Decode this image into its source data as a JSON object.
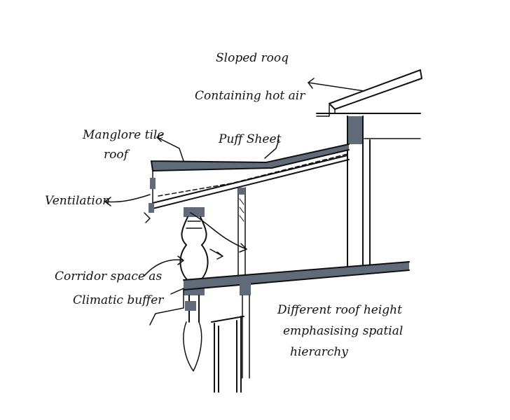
{
  "annotations": {
    "sloped_roof": "Sloped rooq",
    "containing_hot_air": "Containing hot air",
    "mangalore_tile_roof_1": "Manglore tile",
    "mangalore_tile_roof_2": "roof",
    "puff_sheet": "Puff Sheet",
    "ventilation": "Ventilation",
    "corridor_1": "Corridor space as",
    "corridor_2": "Climatic buffer",
    "hierarchy_1": "Different roof height",
    "hierarchy_2": "emphasising spatial",
    "hierarchy_3": "hierarchy"
  },
  "colors": {
    "ink": "#111111",
    "tone": "#5f6b78",
    "paper": "#ffffff"
  }
}
